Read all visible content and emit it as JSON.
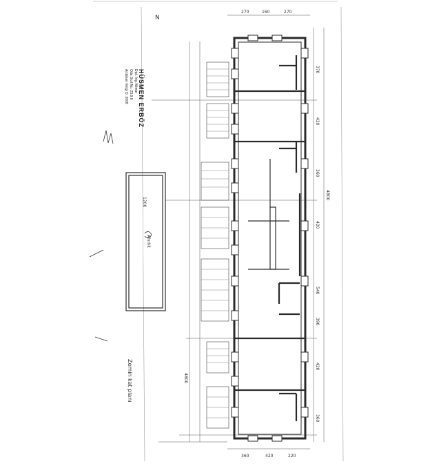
{
  "drawing": {
    "ink_color": "#2a2a2a",
    "paper_color": "#ffffff"
  },
  "stamp": {
    "name": "HÜSMEN ERBÖZ",
    "lines": [
      "Dipl. Ing. Mimar",
      "Oda Sicil No: 23.9.8",
      "Ardahan Vergi D. 2008"
    ]
  },
  "labels": {
    "top_dims": [
      "270",
      "160",
      "270"
    ],
    "bottom_dims": [
      "360",
      "420",
      "220"
    ],
    "right_total": "4800",
    "left_total_a": "4800",
    "left_total_b": "1200",
    "side_dims": [
      "370",
      "420",
      "360",
      "420",
      "540",
      "390",
      "420",
      "360"
    ],
    "north": "N",
    "annex_label": "Ahırlık",
    "title_note": "Zemin kat planı"
  }
}
